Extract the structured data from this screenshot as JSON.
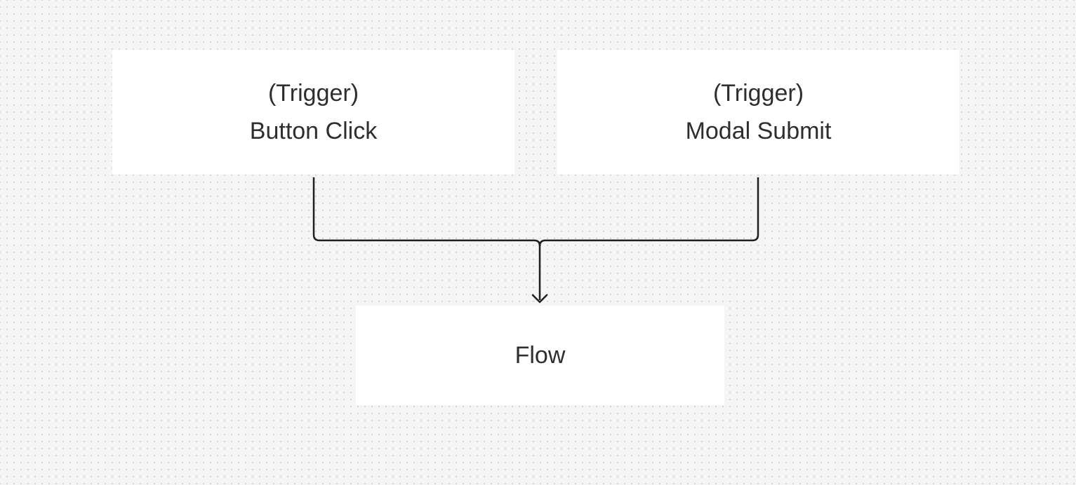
{
  "diagram": {
    "nodes": [
      {
        "id": "button-click",
        "lines": [
          "(Trigger)",
          "Button Click"
        ]
      },
      {
        "id": "modal-submit",
        "lines": [
          "(Trigger)",
          "Modal Submit"
        ]
      },
      {
        "id": "flow",
        "lines": [
          "Flow"
        ]
      }
    ],
    "edges": [
      {
        "from": "button-click",
        "to": "flow"
      },
      {
        "from": "modal-submit",
        "to": "flow"
      }
    ],
    "colors": {
      "background": "#f5f5f5",
      "node_fill": "#ffffff",
      "connector": "#1f1f1f",
      "text": "#2e2e2e"
    }
  }
}
